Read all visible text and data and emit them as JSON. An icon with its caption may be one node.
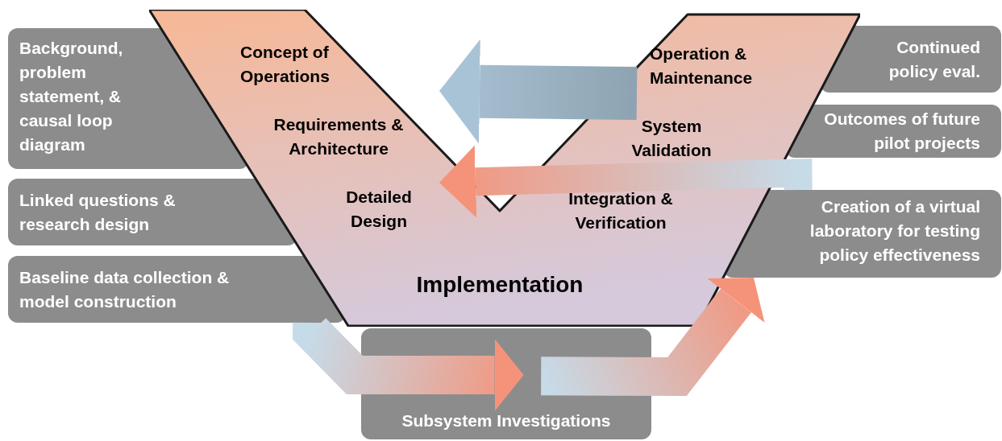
{
  "diagram": {
    "nodes": [
      {
        "text": [
          "Background, problem statement, & causal loop diagram"
        ]
      },
      {
        "text": [
          "Linked questions & research design"
        ]
      },
      {
        "text": [
          "Baseline data collection & model construction"
        ]
      },
      {
        "text": [
          "Implementation"
        ]
      },
      {
        "text": [
          "Concept of Operations"
        ],
        "in": 3
      },
      {
        "text": [
          "Requirements & Architecture"
        ],
        "in": 3
      },
      {
        "text": [
          "Detailed Design"
        ],
        "in": 3
      },
      {
        "text": [
          "Operation & Maintenance"
        ],
        "in": 3
      },
      {
        "text": [
          "System Validation"
        ],
        "in": 3
      },
      {
        "text": [
          "Integration & Verification"
        ],
        "in": 3
      },
      {
        "text": [
          "Continued policy eval."
        ]
      },
      {
        "text": [
          "Outcomes of future pilot projects"
        ]
      },
      {
        "text": [
          "Creation of a virtual laboratory for testing policy effectiveness"
        ]
      },
      {
        "text": [
          "Subsystem Investigations"
        ]
      }
    ],
    "edges": [
      {
        "from": 7,
        "to": 4,
        "arrow": "to",
        "style": "thick",
        "color": "#a9c3d6"
      },
      {
        "from": 12,
        "to": 6,
        "arrow": "to",
        "style": "thick"
      },
      {
        "from": 2,
        "to": 13,
        "arrow": "to",
        "style": "thick"
      },
      {
        "from": 13,
        "to": 12,
        "arrow": "to",
        "style": "thick"
      }
    ]
  }
}
